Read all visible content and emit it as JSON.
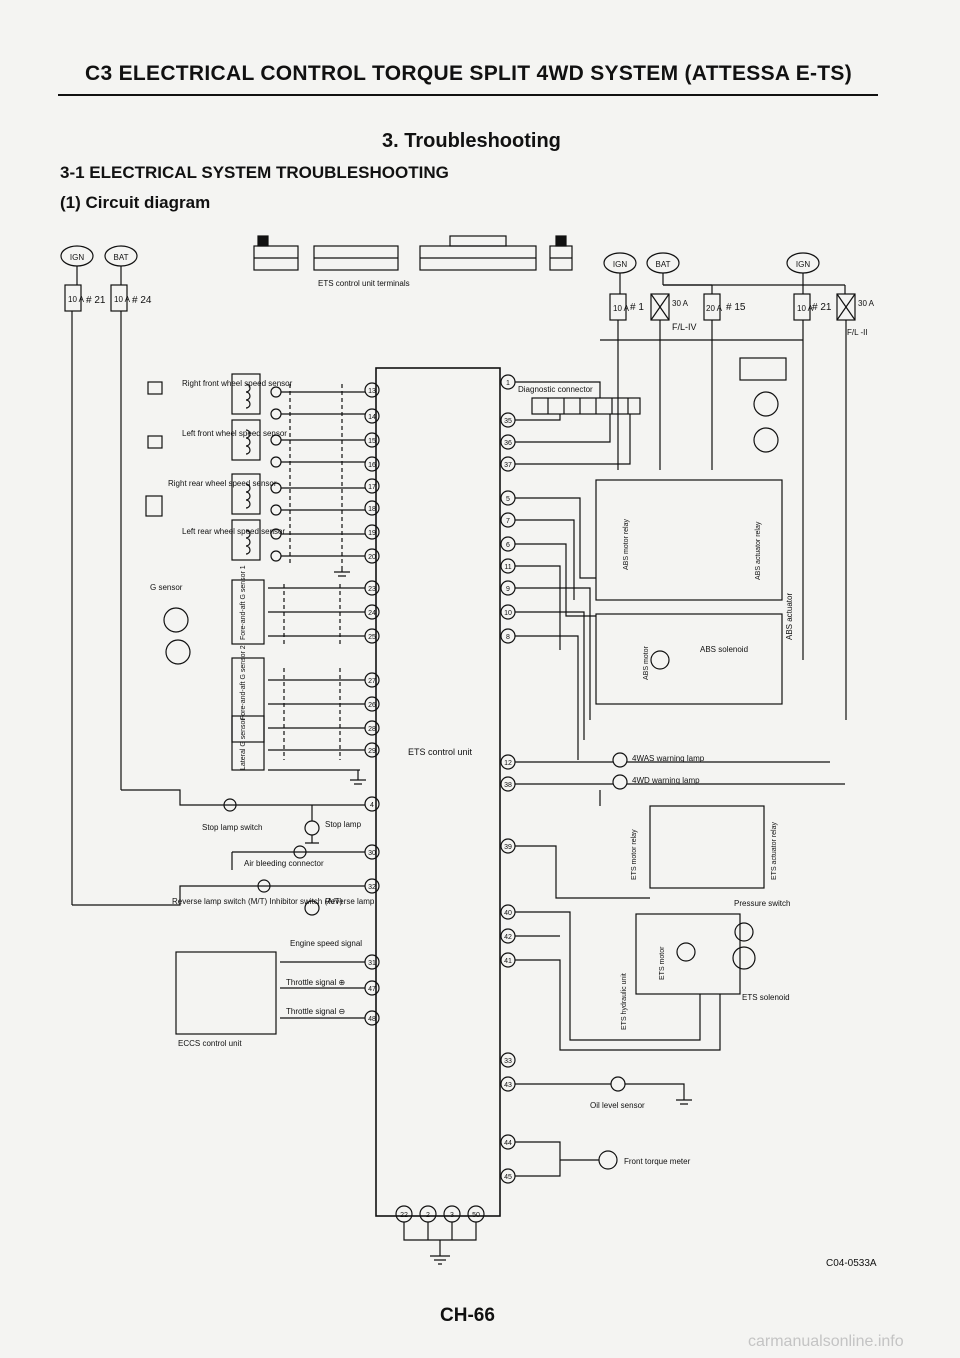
{
  "header": {
    "title": "C3 ELECTRICAL CONTROL TORQUE SPLIT 4WD SYSTEM (ATTESSA E-TS)"
  },
  "section": {
    "title": "3. Troubleshooting"
  },
  "subsection": {
    "title": "3-1 ELECTRICAL SYSTEM TROUBLESHOOTING"
  },
  "subheading": {
    "title": "(1) Circuit diagram"
  },
  "power": {
    "ign": "IGN",
    "bat": "BAT",
    "fuse_10a": "10 A",
    "fuse_21": "# 21",
    "fuse_24": "# 24",
    "fuse_1": "# 1",
    "fuse_20a": "20 A",
    "fuse_15": "# 15",
    "fuse_30a": "30 A",
    "fusible_link_4": "F/L-IV",
    "fusible_link_2": "F/L -II",
    "ets_terminals_label": "ETS control unit terminals"
  },
  "sensors": {
    "right_front": "Right front wheel speed sensor",
    "left_front": "Left front wheel speed sensor",
    "right_rear": "Right rear wheel speed sensor",
    "left_rear": "Left rear wheel speed sensor",
    "g_sensor": "G sensor",
    "fore_aft_1": "Fore-and-aft G sensor 1",
    "fore_aft_2": "Fore-and-aft G sensor 2",
    "lateral": "Lateral G sensor"
  },
  "left_components": {
    "stop_lamp_switch": "Stop lamp switch",
    "stop_lamp": "Stop lamp",
    "air_bleeding": "Air bleeding connector",
    "reverse_switch": "Reverse lamp switch (M/T) Inhibitor switch (A/T)",
    "reverse_lamp": "Reverse lamp",
    "engine_speed": "Engine speed signal",
    "throttle_plus": "Throttle signal ⊕",
    "throttle_minus": "Throttle signal ⊖",
    "eccs": "ECCS control unit"
  },
  "ets_unit": {
    "label": "ETS control unit"
  },
  "right_components": {
    "diagnostic": "Diagnostic connector",
    "abs_motor_relay": "ABS motor relay",
    "abs_actuator_relay": "ABS actuator relay",
    "abs_actuator": "ABS actuator",
    "abs_solenoid": "ABS solenoid",
    "abs_motor": "ABS motor",
    "wasp_lamp": "4WAS warning lamp",
    "fwd_lamp": "4WD warning lamp",
    "ets_motor_relay": "ETS motor relay",
    "ets_actuator_relay": "ETS actuator relay",
    "pressure_switch": "Pressure switch",
    "ets_hydraulic": "ETS hydraulic unit",
    "ets_motor": "ETS motor",
    "ets_solenoid": "ETS solenoid",
    "oil_level": "Oil level sensor",
    "torque_meter": "Front torque meter"
  },
  "terminals": {
    "left": [
      "13",
      "14",
      "15",
      "16",
      "17",
      "18",
      "19",
      "20",
      "23",
      "24",
      "25",
      "27",
      "26",
      "28",
      "29",
      "4",
      "30",
      "32",
      "31",
      "47",
      "48"
    ],
    "right": [
      "1",
      "35",
      "36",
      "37",
      "5",
      "7",
      "6",
      "11",
      "9",
      "10",
      "8",
      "12",
      "38",
      "39",
      "40",
      "42",
      "41",
      "33",
      "43",
      "44",
      "45"
    ],
    "bottom": [
      "22",
      "2",
      "3",
      "50"
    ]
  },
  "footer": {
    "doc_code": "C04-0533A",
    "page": "CH-66",
    "watermark": "carmanualsonline.info"
  }
}
